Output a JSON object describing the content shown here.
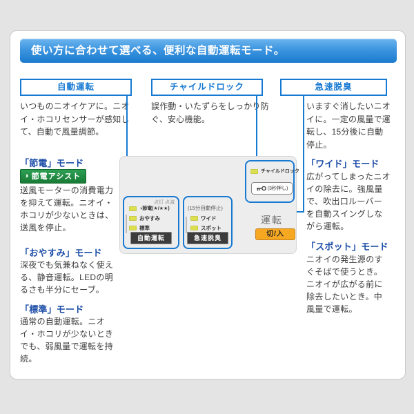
{
  "header": {
    "title": "使い方に合わせて選べる、便利な自動運転モード。"
  },
  "features": [
    {
      "label": "自動運転",
      "description": "いつものニオイケアに。ニオイ・ホコリセンサーが感知して、自動で風量調節。"
    },
    {
      "label": "チャイルドロック",
      "description": "誤作動・いたずらをしっかり防ぐ、安心機能。"
    },
    {
      "label": "急速脱臭",
      "description": "いますぐ消したいニオイに。一定の風量で運転し、15分後に自動停止。"
    }
  ],
  "left_modes": [
    {
      "title": "「節電」モード",
      "badge_icon": "◑",
      "badge": "節電アシスト",
      "description": "送風モーターの消費電力を抑えて運転。ニオイ・ホコリが少ないときは、送風を停止。"
    },
    {
      "title": "「おやすみ」モード",
      "description": "深夜でも気兼ねなく使える、静音運転。LEDの明るさも半分にセーブ。"
    },
    {
      "title": "「標準」モード",
      "description": "通常の自動運転。ニオイ・ホコリが少ないときでも、弱風量で運転を持続。"
    }
  ],
  "right_modes": [
    {
      "title": "「ワイド」モード",
      "description": "広がってしまったニオイの除去に。強風量で、吹出口ルーバーを自動スイングしながら運転。"
    },
    {
      "title": "「スポット」モード",
      "description": "ニオイの発生源のすぐそばで使うとき。ニオイが広がる前に除去したいとき。中風量で運転。"
    }
  ],
  "panel": {
    "auto_group": {
      "indicator_note": "点灯 点滅",
      "lamps": [
        "◑節電(★/★★)",
        "おやすみ",
        "標準"
      ],
      "button": "自動運転"
    },
    "deodorize_group": {
      "note": "(15分自動停止)",
      "lamps": [
        "ワイド",
        "スポット"
      ],
      "button": "急速脱臭"
    },
    "childlock_group": {
      "lamp": "チャイルドロック",
      "key_button": "(3秒押し)"
    },
    "power": {
      "label": "運転",
      "button": "切/入"
    }
  },
  "colors": {
    "accent_blue": "#1679d2",
    "heading_blue": "#1d4ea8",
    "badge_green": "#1f8b3e",
    "power_orange": "#f7a823",
    "lamp_yellow": "#dde04e",
    "header_gradient_top": "#6db5ee",
    "header_gradient_bottom": "#1b7ace"
  }
}
